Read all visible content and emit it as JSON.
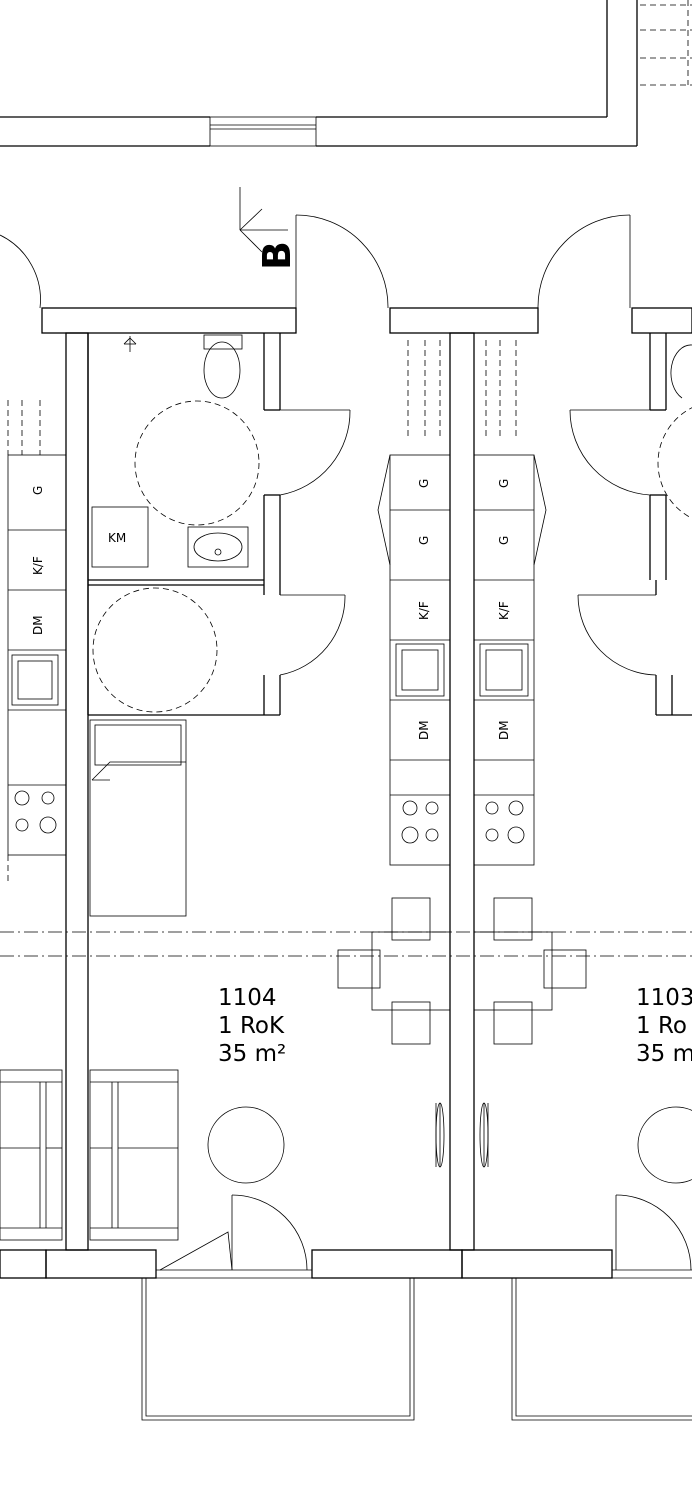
{
  "section_marker": "B",
  "units": [
    {
      "number": "1104",
      "type": "1 RoK",
      "area": "35 m²"
    },
    {
      "number": "1103",
      "type": "1 Ro",
      "area": "35 m"
    }
  ],
  "labels": {
    "g": "G",
    "km": "KM",
    "kf": "K/F",
    "dm": "DM"
  }
}
